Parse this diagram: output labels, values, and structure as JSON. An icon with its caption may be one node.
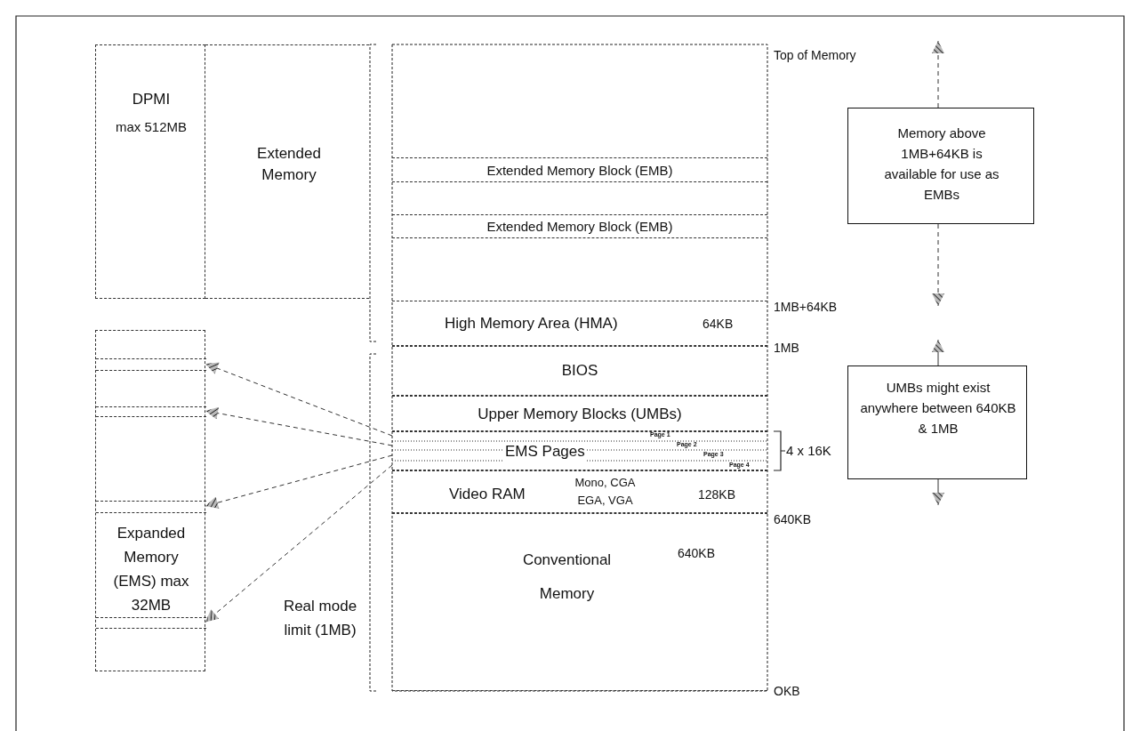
{
  "diagram": {
    "nodes": [
      {
        "text": [
          "DPMI",
          "max 512MB"
        ]
      },
      {
        "text": [
          "Extended Memory"
        ]
      },
      {
        "text": [
          "Extended Memory Block (EMB)"
        ]
      },
      {
        "text": [
          "Extended Memory Block (EMB)"
        ]
      },
      {
        "text": [
          "Memory above 1MB+64KB is available for use as EMBs"
        ]
      },
      {
        "text": [
          "Expanded Memory (EMS) max 32MB"
        ]
      },
      {
        "text": [],
        "shape": "box",
        "in": 5
      },
      {
        "text": [],
        "shape": "box",
        "in": 5
      },
      {
        "text": [],
        "shape": "box",
        "in": 5
      },
      {
        "text": [],
        "shape": "box",
        "in": 5
      },
      {
        "text": [
          "High Memory Area (HMA)",
          "64KB"
        ]
      },
      {
        "text": [
          "BIOS"
        ]
      },
      {
        "text": [
          "UMBs might exist anywhere between 640KB & 1MB"
        ]
      },
      {
        "text": [
          "Upper Memory Blocks (UMBs)"
        ]
      },
      {
        "text": [
          "EMS Pages"
        ],
        "beside": [
          "4 x 16K"
        ]
      },
      {
        "text": [
          "Video RAM",
          "Mono, CGA EGA, VGA",
          "128KB"
        ]
      },
      {
        "text": [
          "Conventional Memory",
          "640KB"
        ]
      }
    ],
    "edges": [
      {
        "from": 14,
        "to": 6,
        "arrow": "to",
        "style": "dashed"
      },
      {
        "from": 14,
        "to": 7,
        "arrow": "to",
        "style": "dashed"
      },
      {
        "from": 14,
        "to": 8,
        "arrow": "to",
        "style": "dashed"
      },
      {
        "from": 14,
        "to": 9,
        "arrow": "to",
        "style": "dashed"
      },
      {
        "from": 4,
        "to": null,
        "arrow": "to",
        "style": "dashed"
      },
      {
        "from": 4,
        "to": null,
        "arrow": "to",
        "style": "dashed"
      },
      {
        "from": 12,
        "to": null,
        "arrow": "to"
      },
      {
        "from": 12,
        "to": null,
        "arrow": "to"
      }
    ],
    "labels": [
      "Top of Memory",
      "1MB+64KB",
      "1MB",
      "Page 1",
      "Page 2",
      "Page 3",
      "Page 4",
      "640KB",
      "Real mode limit (1MB)",
      "OKB"
    ]
  }
}
